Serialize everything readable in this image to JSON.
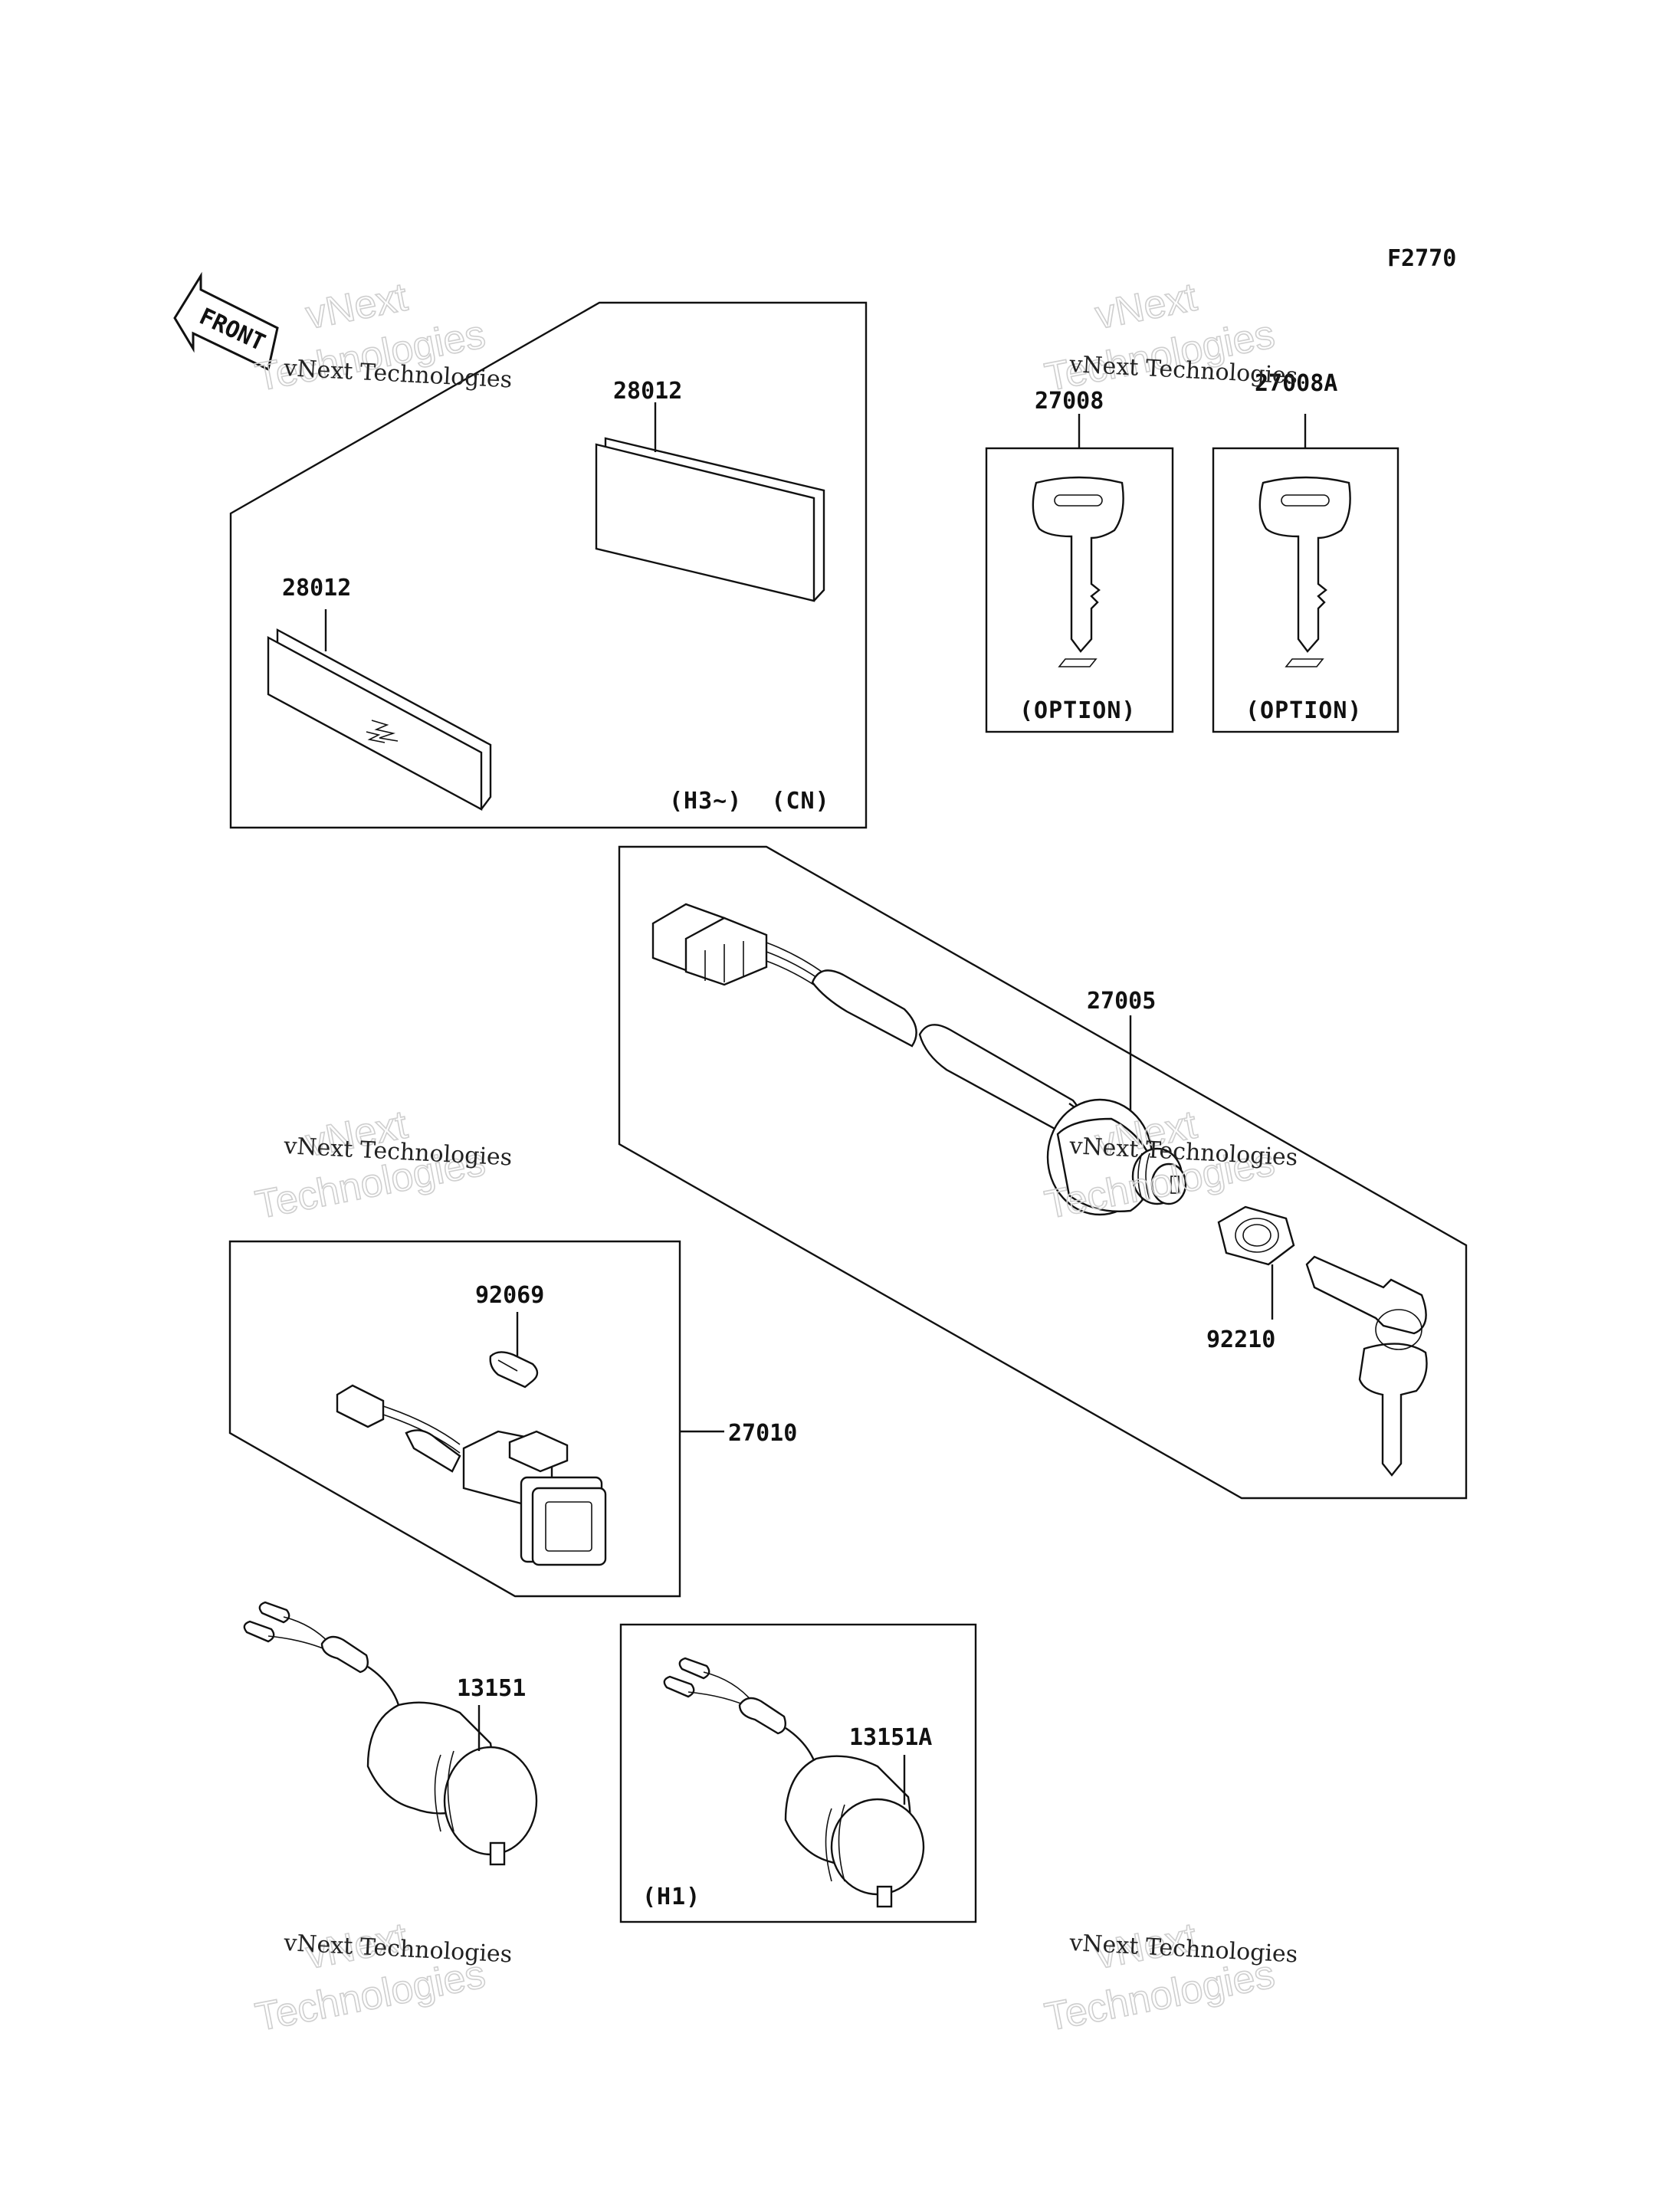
{
  "figure_code": "F2770",
  "front_label": "FRONT",
  "watermark": {
    "line1": "vNext Technologies",
    "line2": "vNext",
    "line3": "Technologies"
  },
  "parts": {
    "reflector_rear": "28012",
    "reflector_front": "28012",
    "key_blank": "27008",
    "key_blank_a": "27008A",
    "ignition_switch": "27005",
    "nut": "92210",
    "bulb": "92069",
    "switch_assy": "27010",
    "socket": "13151",
    "socket_a": "13151A"
  },
  "notes": {
    "reflector_box": "(H3~)  (CN)",
    "key_option_1": "(OPTION)",
    "key_option_2": "(OPTION)",
    "socket_box": "(H1)"
  }
}
